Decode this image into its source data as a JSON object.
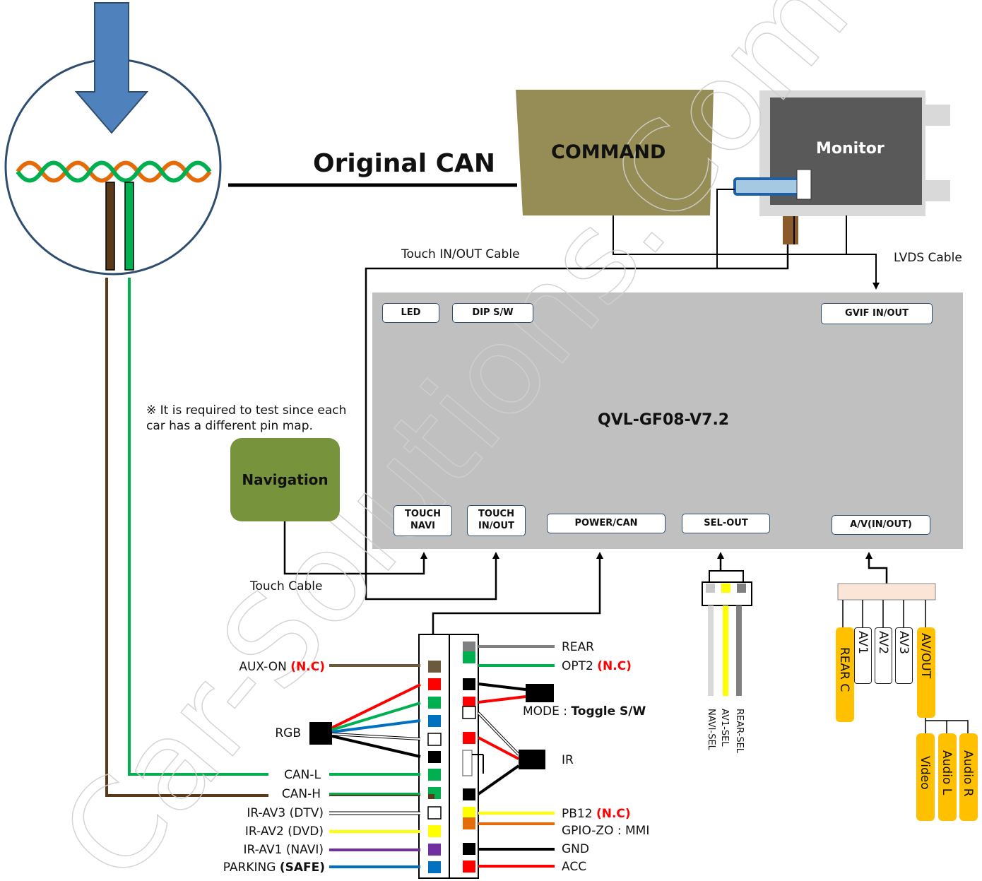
{
  "title": {
    "original_can": "Original CAN"
  },
  "command": {
    "label": "COMMAND"
  },
  "monitor": {
    "label": "Monitor"
  },
  "cables": {
    "touch_inout": "Touch IN/OUT Cable",
    "lvds": "LVDS Cable",
    "touch": "Touch Cable"
  },
  "module": {
    "name": "QVL-GF08-V7.2"
  },
  "ports": {
    "led": "LED",
    "dip": "DIP S/W",
    "gvif": "GVIF IN/OUT",
    "touch_navi": "TOUCH NAVI",
    "touch_inout": "TOUCH IN/OUT",
    "power_can": "POWER/CAN",
    "sel_out": "SEL-OUT",
    "av_inout": "A/V(IN/OUT)"
  },
  "note": "※ It is required to test since each car has a different pin map.",
  "navigation": {
    "label": "Navigation"
  },
  "left_wires": {
    "aux_on": "AUX-ON",
    "aux_nc": "(N.C)",
    "rgb": "RGB",
    "can_l": "CAN-L",
    "can_h": "CAN-H",
    "ir_av3": "IR-AV3 (DTV)",
    "ir_av2": "IR-AV2 (DVD)",
    "ir_av1": "IR-AV1 (NAVI)",
    "parking": "PARKING",
    "parking_safe": "(SAFE)"
  },
  "right_wires": {
    "rear": "REAR",
    "opt2": "OPT2",
    "opt2_nc": "(N.C)",
    "mode": "MODE : ",
    "mode_toggle": "Toggle S/W",
    "ir": "IR",
    "pb12": "PB12",
    "pb12_nc": "(N.C)",
    "gpio": "GPIO-ZO : MMI",
    "gnd": "GND",
    "acc": "ACC"
  },
  "sel_out_wires": {
    "navi": "NAVI-SEL",
    "av1": "AV1-SEL",
    "rear": "REAR-SEL"
  },
  "av_cables": {
    "rear_c": "REAR C",
    "av1": "AV1",
    "av2": "AV2",
    "av3": "AV3",
    "av_out": "AV/OUT",
    "video": "Video",
    "audio_l": "Audio L",
    "audio_r": "Audio R"
  },
  "watermark": "Car-Solutions.Com",
  "colors": {
    "module": "#c0c0c0",
    "command": "#968c55",
    "monitor_frame": "#d9d9d9",
    "monitor_screen": "#595959",
    "navigation": "#77933c",
    "arrow": "#4f81bd",
    "can_green": "#00b050",
    "can_orange": "#e36c09",
    "can_brown": "#5b3a1b",
    "red": "#ff0000",
    "yellow": "#ffff00",
    "blue": "#0070c0",
    "purple": "#7030a0",
    "gray": "#808080",
    "orange": "#e46c0a",
    "aux_brown": "#6b5a3e",
    "av_yellow": "#ffc000",
    "header_pink": "#fbe5d6"
  }
}
